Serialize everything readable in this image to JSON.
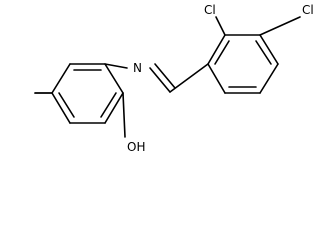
{
  "structure": {
    "atoms": {
      "nitrogen": "N",
      "chlorine_ortho": "Cl",
      "chlorine_para": "Cl",
      "hydroxyl": "OH"
    }
  }
}
